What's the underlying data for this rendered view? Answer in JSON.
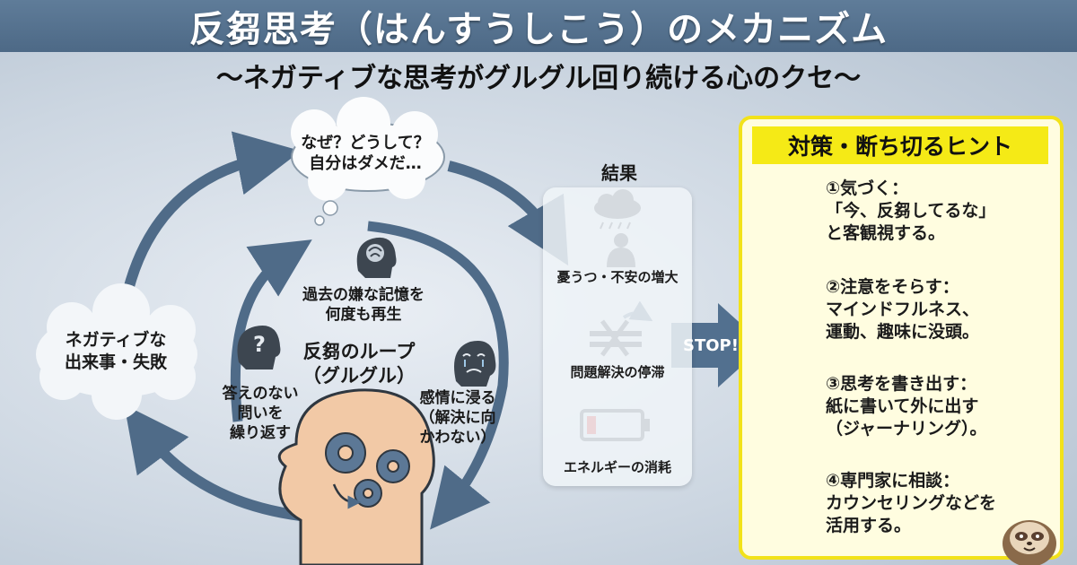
{
  "title": "反芻思考（はんすうしこう）のメカニズム",
  "subtitle": "〜ネガティブな思考がグルグル回り続ける心のクセ〜",
  "loop": {
    "thought_bubble": "なぜ？どうして？\n自分はダメだ…",
    "trigger": "ネガティブな\n出来事・失敗",
    "center_label": "反芻のループ\n（グルグル）",
    "memory": "過去の嫌な記憶を\n何度も再生",
    "question": "答えのない\n問いを\n繰り返す",
    "emotion": "感情に浸る\n（解決に向\nかわない）"
  },
  "results": {
    "label": "結果",
    "items": [
      {
        "text": "憂うつ・不安の増大",
        "icon": "rain-cloud-sad-person-icon"
      },
      {
        "text": "問題解決の停滞",
        "icon": "blocked-arrow-icon"
      },
      {
        "text": "エネルギーの消耗",
        "icon": "low-battery-icon"
      }
    ]
  },
  "stop_label": "STOP!",
  "tips": {
    "header": "対策・断ち切るヒント",
    "items": [
      {
        "icon": "magnifier-icon",
        "lines": [
          "①気づく：",
          "「今、反芻してるな」",
          "と客観視する。"
        ]
      },
      {
        "icon": "meditation-yoga-icon",
        "lines": [
          "②注意をそらす：",
          "マインドフルネス、",
          "運動、趣味に没頭。"
        ]
      },
      {
        "icon": "notepad-pen-icon",
        "lines": [
          "③思考を書き出す：",
          "紙に書いて外に出す",
          "（ジャーナリング）。"
        ]
      },
      {
        "icon": "consultation-people-icon",
        "lines": [
          "④専門家に相談：",
          "カウンセリングなどを",
          "活用する。"
        ]
      }
    ]
  },
  "colors": {
    "title_band": "#55718e",
    "arrow": "#4f6b88",
    "tips_border": "#f2e21a",
    "tips_header": "#f5ea16",
    "battery_low": "#d8282c",
    "head_skin": "#f2c9a6"
  }
}
